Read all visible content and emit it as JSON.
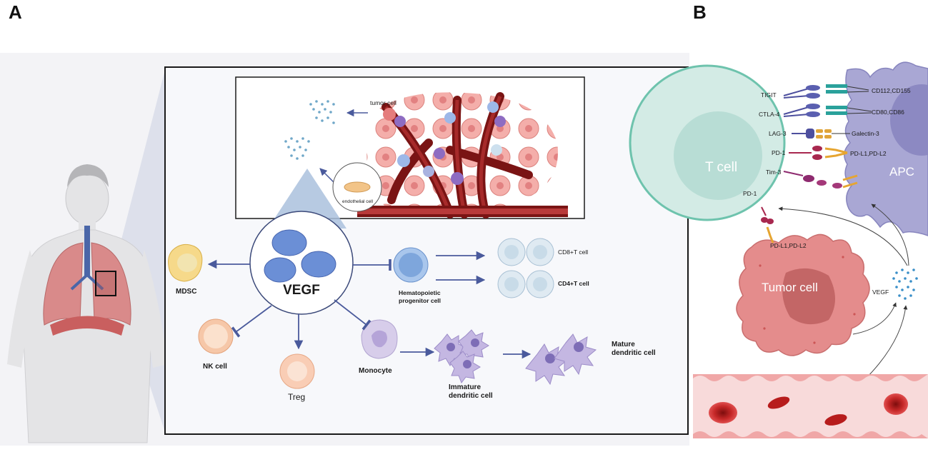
{
  "panel_a": {
    "letter": "A",
    "tumor_cell": "tumor cell",
    "endothelial_cell": "endothelial cell",
    "vegf": "VEGF",
    "mdsc": "MDSC",
    "nk_cell": "NK cell",
    "treg": "Treg",
    "monocyte": "Monocyte",
    "hpc_line1": "Hematopoietic",
    "hpc_line2": "progenitor cell",
    "cd8": "CD8+T cell",
    "cd4": "CD4+T cell",
    "imm_dc_line1": "Immature",
    "imm_dc_line2": "dendritic cell",
    "mat_dc_line1": "Mature",
    "mat_dc_line2": "dendritic cell"
  },
  "panel_b": {
    "letter": "B",
    "t_cell": "T cell",
    "apc": "APC",
    "tumor_cell": "Tumor cell",
    "vegf": "VEGF",
    "receptors": [
      "TIGIT",
      "CTLA-4",
      "LAG-3",
      "PD-1",
      "Tim-3"
    ],
    "ligands": [
      "CD112,CD155",
      "CD80,CD86",
      "Galectin-3",
      "PD-L1,PD-L2"
    ],
    "pd1_lower": "PD-1",
    "pdl_lower": "PD-L1,PD-L2"
  },
  "colors": {
    "frame": "#1a1a1a",
    "arrow": "#4a5a9c",
    "t_cell": "#cfe8e2",
    "apc": "#a9a7d4",
    "tumor": "#e48c8c",
    "vessel": "#7a1414",
    "rbc": "#c62828"
  }
}
